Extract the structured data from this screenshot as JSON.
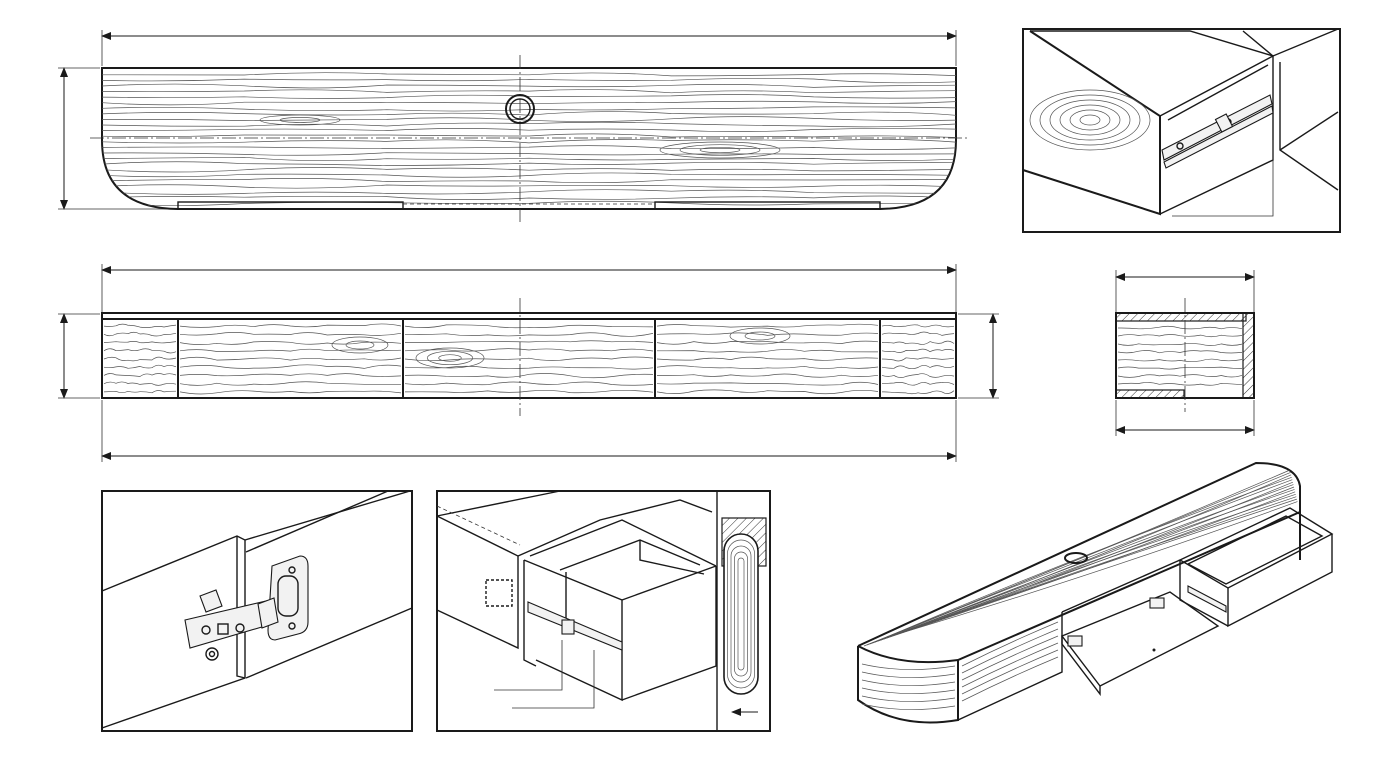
{
  "drawing": {
    "views": [
      {
        "id": "front-view-top",
        "kind": "elevation"
      },
      {
        "id": "front-view-doors",
        "kind": "elevation"
      },
      {
        "id": "side-section",
        "kind": "section"
      },
      {
        "id": "drawer-slide-detail",
        "kind": "detail"
      },
      {
        "id": "hinge-detail",
        "kind": "detail"
      },
      {
        "id": "drawer-open-detail",
        "kind": "detail"
      },
      {
        "id": "isometric-view",
        "kind": "isometric"
      }
    ],
    "labels": [],
    "colors": {
      "line": "#1a1a1a",
      "background": "#ffffff"
    }
  }
}
